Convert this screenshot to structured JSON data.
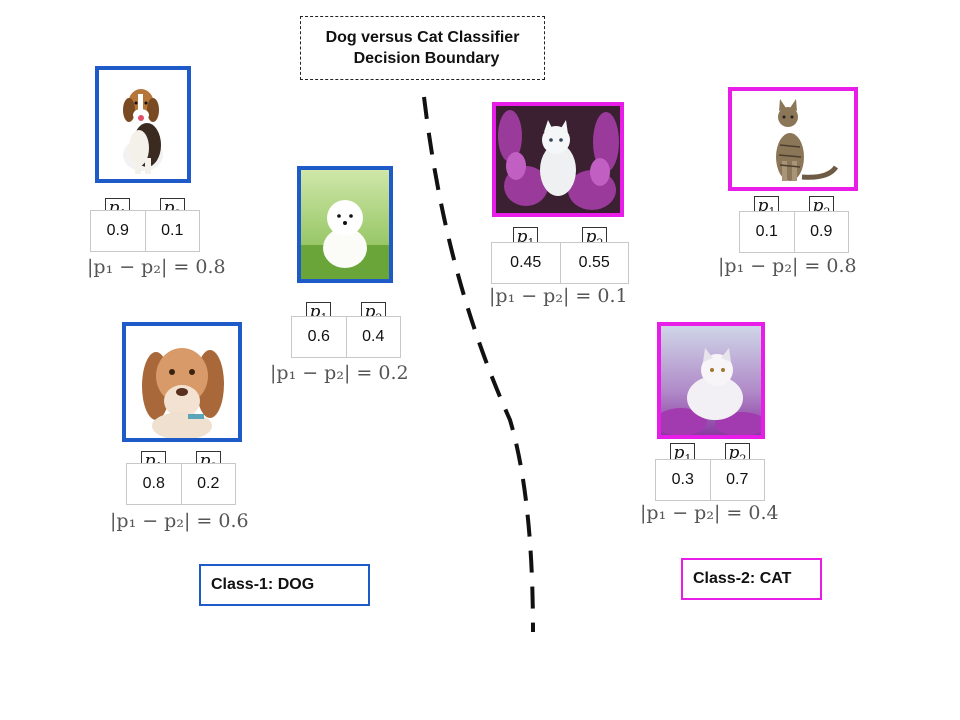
{
  "title": {
    "line1": "Dog versus Cat Classifier",
    "line2": "Decision Boundary"
  },
  "headers": {
    "p1": "p",
    "p1_sub": "1",
    "p2": "p",
    "p2_sub": "2"
  },
  "diff_prefix": "|p₁ − p₂| = ",
  "colors": {
    "dog": "#1f5bc8",
    "cat": "#e81ee8",
    "boundary": "#111111"
  },
  "samples": [
    {
      "id": "dog-beagle",
      "class": "dog",
      "icon": "beagle-dog-photo",
      "p1": "0.9",
      "p2": "0.1",
      "diff": "0.8"
    },
    {
      "id": "dog-pomeranian",
      "class": "dog",
      "icon": "white-puppy-photo",
      "p1": "0.6",
      "p2": "0.4",
      "diff": "0.2"
    },
    {
      "id": "dog-puppy",
      "class": "dog",
      "icon": "beagle-puppy-photo",
      "p1": "0.8",
      "p2": "0.2",
      "diff": "0.6"
    },
    {
      "id": "cat-white-flowers",
      "class": "cat",
      "icon": "white-cat-in-flowers-photo",
      "p1": "0.45",
      "p2": "0.55",
      "diff": "0.1"
    },
    {
      "id": "cat-tabby",
      "class": "cat",
      "icon": "tabby-cat-photo",
      "p1": "0.1",
      "p2": "0.9",
      "diff": "0.8"
    },
    {
      "id": "cat-fluffy",
      "class": "cat",
      "icon": "fluffy-cat-photo",
      "p1": "0.3",
      "p2": "0.7",
      "diff": "0.4"
    }
  ],
  "legend": {
    "dog": "Class-1: DOG",
    "cat": "Class-2: CAT"
  }
}
